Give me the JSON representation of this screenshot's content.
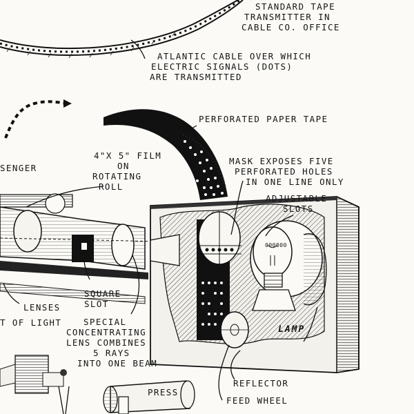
{
  "labels": {
    "standard_tape_1": "STANDARD TAPE",
    "standard_tape_2": "TRANSMITTER IN",
    "standard_tape_3": "CABLE CO. OFFICE",
    "atlantic_1": "ATLANTIC CABLE OVER WHICH",
    "atlantic_2": "ELECTRIC SIGNALS (DOTS)",
    "atlantic_3": "ARE TRANSMITTED",
    "perforated_tape": "PERFORATED PAPER TAPE",
    "senger": "SENGER",
    "film_1": "4\"x 5\" FILM",
    "film_2": "ON",
    "film_3": "ROTATING",
    "film_4": "ROLL",
    "mask_1": "MASK EXPOSES FIVE",
    "mask_2": "PERFORATED HOLES",
    "mask_3": "IN ONE LINE ONLY",
    "slots_1": "ADJUSTABLE",
    "slots_2": "SLOTS",
    "square_1": "SQUARE",
    "square_2": "SLOT",
    "lenses": "LENSES",
    "light": "T OF LIGHT",
    "special_1": "SPECIAL",
    "special_2": "CONCENTRATING",
    "special_3": "LENS COMBINES",
    "special_4": "5 RAYS",
    "special_5": "INTO ONE BEAM",
    "lamp": "LAMP",
    "reflector": "REFLECTOR",
    "feed_wheel": "FEED WHEEL",
    "press": "PRESS",
    "bulb_text": "000000"
  },
  "colors": {
    "ink": "#151515",
    "paper": "#fbfaf6",
    "box_face": "#f2f1ec",
    "box_side": "#8a8a86"
  }
}
